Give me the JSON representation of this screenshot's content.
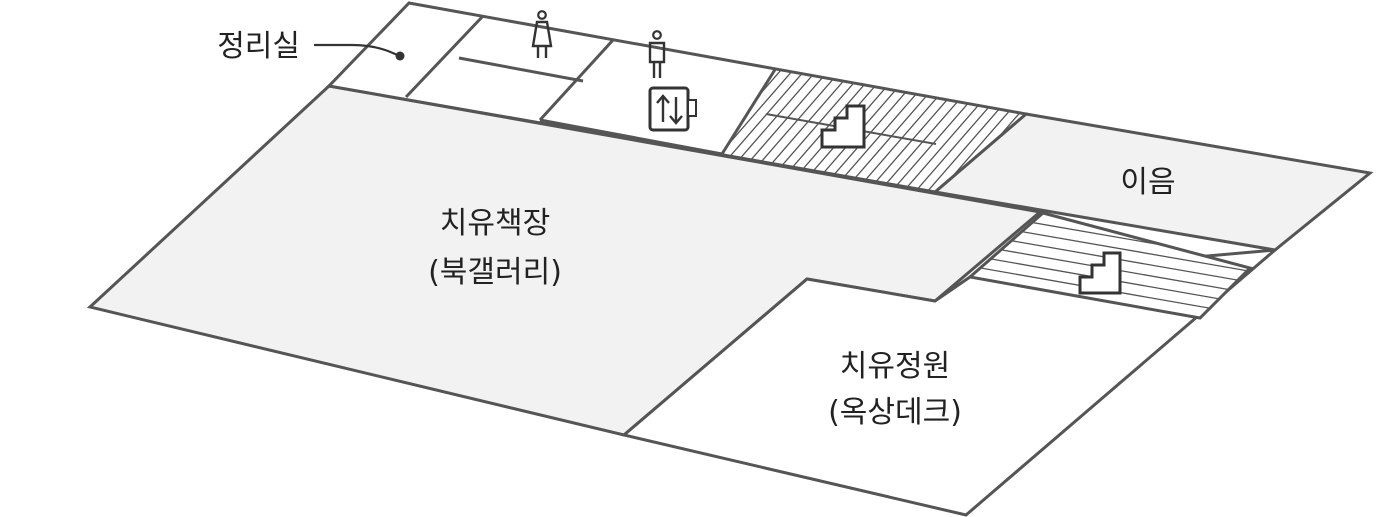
{
  "floor_plan": {
    "colors": {
      "wall": "#555555",
      "shaded_room": "#f2f2f2",
      "open_room": "#ffffff",
      "text": "#222222"
    },
    "rooms": {
      "book_gallery": {
        "name": "치유책장",
        "sub": "(북갤러리)",
        "shaded": true
      },
      "garden": {
        "name": "치유정원",
        "sub": "(옥상데크)",
        "shaded": false
      },
      "connection": {
        "name": "이음",
        "shaded": true
      }
    },
    "callouts": {
      "storage": {
        "label": "정리실"
      }
    },
    "icons": [
      "female-restroom-icon",
      "male-restroom-icon",
      "elevator-icon",
      "stairs-icon"
    ]
  }
}
